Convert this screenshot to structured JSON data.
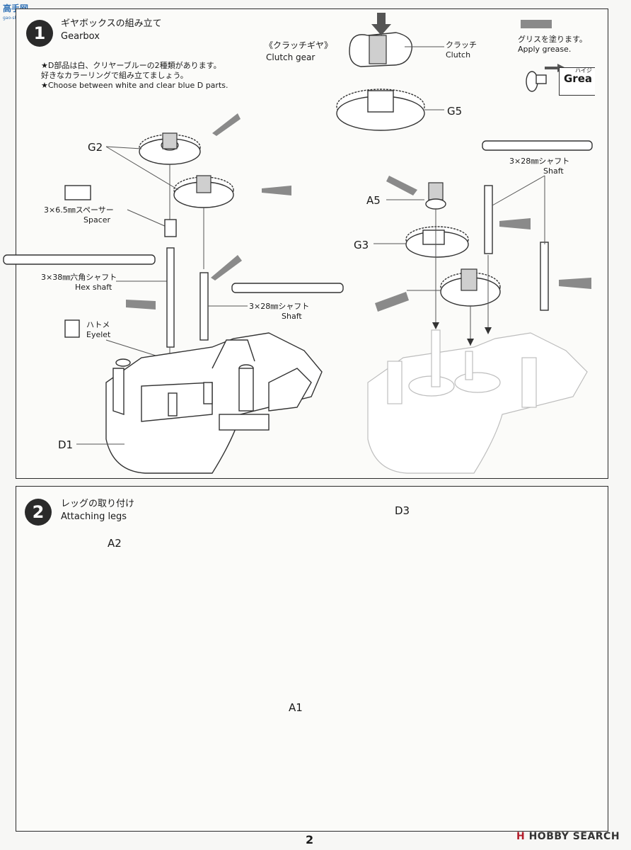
{
  "header": {
    "logo_text": "高手网",
    "logo_url_text": "gao-shou.com"
  },
  "step1": {
    "number": "1",
    "title_jp": "ギヤボックスの組み立て",
    "title_en": "Gearbox",
    "note_jp_1": "★D部品は白、クリヤーブルーの2種類があります。",
    "note_jp_2": "好きなカラーリングで組み立てましょう。",
    "note_en": "★Choose between white and clear blue D parts.",
    "clutch_title_jp": "《クラッチギヤ》",
    "clutch_title_en": "Clutch gear",
    "clutch_jp": "クラッチ",
    "clutch_en": "Clutch",
    "grease_jp": "グリスを塗ります。",
    "grease_en": "Apply grease.",
    "grease_tube_text": "Grea",
    "grease_tube_jp": "ハイジ",
    "labels": {
      "g2": "G2",
      "g5": "G5",
      "a5": "A5",
      "g3": "G3",
      "d1": "D1"
    },
    "spacer_jp": "3×6.5㎜スペーサー",
    "spacer_en": "Spacer",
    "hex_shaft_jp": "3×38㎜六角シャフト",
    "hex_shaft_en": "Hex shaft",
    "shaft_jp": "3×28㎜シャフト",
    "shaft_en": "Shaft",
    "eyelet_jp": "ハトメ",
    "eyelet_en": "Eyelet",
    "shaft2_jp": "3×28㎜シャフト",
    "shaft2_en": "Shaft"
  },
  "step2": {
    "number": "2",
    "title_jp": "レッグの取り付け",
    "title_en": "Attaching legs",
    "labels": {
      "a2": "A2",
      "a1": "A1",
      "d3": "D3"
    }
  },
  "footer": {
    "page_number": "2",
    "watermark_prefix": "H",
    "watermark": "HOBBY SEARCH"
  }
}
